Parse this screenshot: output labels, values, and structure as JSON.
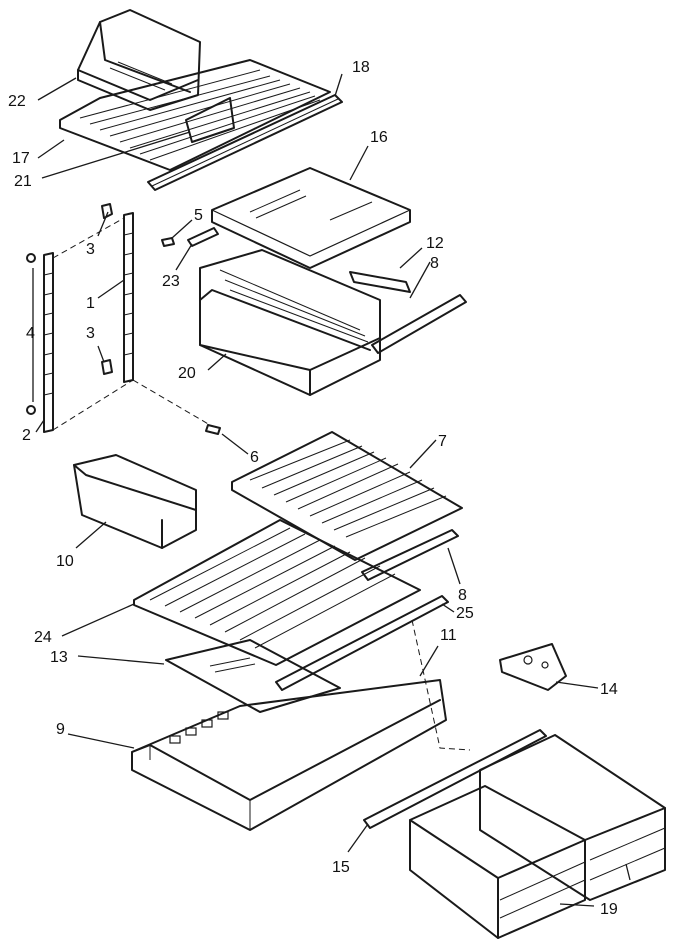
{
  "callouts": [
    {
      "text": "22"
    },
    {
      "text": "18"
    },
    {
      "text": "17"
    },
    {
      "text": "21"
    },
    {
      "text": "16"
    },
    {
      "text": "5"
    },
    {
      "text": "3"
    },
    {
      "text": "12"
    },
    {
      "text": "8"
    },
    {
      "text": "23"
    },
    {
      "text": "4"
    },
    {
      "text": "1"
    },
    {
      "text": "3"
    },
    {
      "text": "20"
    },
    {
      "text": "2"
    },
    {
      "text": "6"
    },
    {
      "text": "7"
    },
    {
      "text": "10"
    },
    {
      "text": "8"
    },
    {
      "text": "25"
    },
    {
      "text": "24"
    },
    {
      "text": "11"
    },
    {
      "text": "13"
    },
    {
      "text": "14"
    },
    {
      "text": "9"
    },
    {
      "text": "15"
    },
    {
      "text": "19"
    }
  ]
}
